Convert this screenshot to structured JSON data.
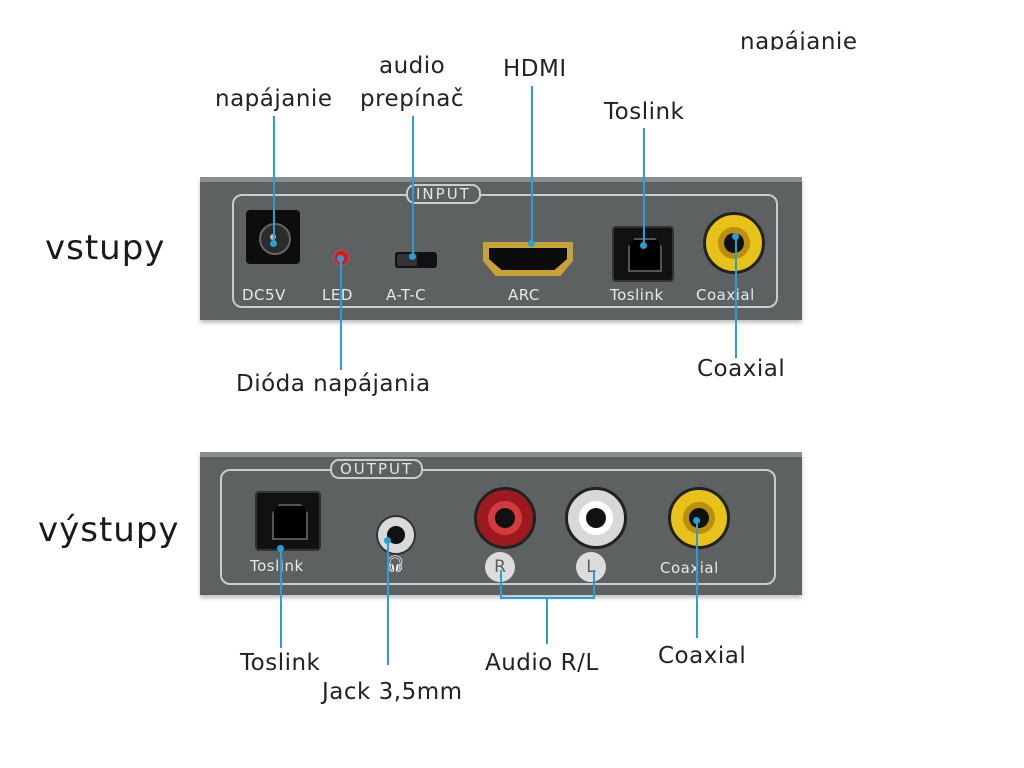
{
  "labels": {
    "top_cut": "napájanie",
    "power": "napájanie",
    "audio_switch": "audio\nprepínač",
    "audio_switch_line1": "audio",
    "audio_switch_line2": "prepínač",
    "hdmi": "HDMI",
    "toslink_in": "Toslink",
    "inputs": "vstupy",
    "power_led": "Dióda napájania",
    "coaxial_in": "Coaxial",
    "outputs": "výstupy",
    "toslink_out": "Toslink",
    "jack": "Jack 3,5mm",
    "audio_rl": "Audio R/L",
    "coaxial_out": "Coaxial"
  },
  "input_panel": {
    "title": "INPUT",
    "ports": {
      "dc": "DC5V",
      "led": "LED",
      "atc": "A-T-C",
      "arc": "ARC",
      "toslink": "Toslink",
      "coaxial": "Coaxial"
    }
  },
  "output_panel": {
    "title": "OUTPUT",
    "ports": {
      "toslink": "Toslink",
      "r": "R",
      "l": "L",
      "coaxial": "Coaxial"
    }
  },
  "colors": {
    "panel": "#5d6161",
    "leader_line": "#2a9fd6",
    "rca_red": "#c8202a",
    "rca_white": "#f2f2f2",
    "rca_yellow": "#e8c21a"
  }
}
